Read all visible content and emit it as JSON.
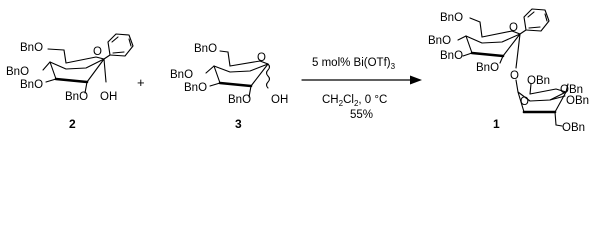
{
  "labels": {
    "bn": "BnO",
    "bn_right": "OBn",
    "oh": "OH",
    "o": "O"
  },
  "compounds": {
    "c2": "2",
    "c3": "3",
    "c1": "1"
  },
  "plus": "+",
  "conditions": {
    "catalyst_prefix": "5 mol% Bi(OTf)",
    "catalyst_sub": "3",
    "solvent_prefix": "CH",
    "solvent_sub1": "2",
    "solvent_mid": "Cl",
    "solvent_sub2": "2",
    "solvent_suffix": ", 0 °C",
    "yield": "55%"
  }
}
